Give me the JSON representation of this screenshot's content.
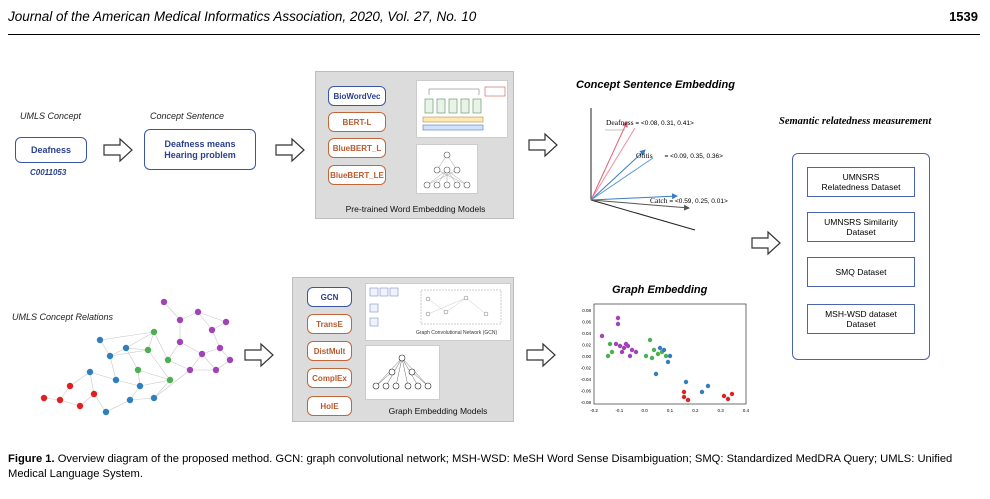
{
  "header": {
    "journal": "Journal of the American Medical Informatics Association, 2020, Vol. 27, No. 10",
    "page_number": "1539"
  },
  "figure": {
    "umls_concept_label": "UMLS Concept",
    "concept_term": "Deafness",
    "concept_cui": "C0011053",
    "concept_sentence_label": "Concept Sentence",
    "concept_sentence_text": "Deafness means Hearing problem",
    "word_models": [
      "BioWordVec",
      "BERT-L",
      "BlueBERT_L",
      "BlueBERT_LE"
    ],
    "word_models_caption": "Pre-trained Word Embedding Models",
    "concept_sentence_embedding_title": "Concept Sentence Embedding",
    "vectors": [
      {
        "term": "Deafness",
        "value": "= <0.08, 0.31, 0.41>"
      },
      {
        "term": "Otitis",
        "value": "= <0.09, 0.35, 0.36>"
      },
      {
        "term": "Catch",
        "value": "= <0.59, 0.25, 0.01>"
      }
    ],
    "umls_relations_label": "UMLS Concept Relations",
    "graph_models": [
      "GCN",
      "TransE",
      "DistMult",
      "ComplEx",
      "HolE"
    ],
    "graph_models_caption": "Graph Embedding Models",
    "gcn_inset_caption": "Graph Convolutional Network (GCN)",
    "graph_embedding_title": "Graph Embedding",
    "semantic_title": "Semantic relatedness measurement",
    "datasets": [
      {
        "line1": "UMNSRS",
        "line2": "Relatedness Dataset"
      },
      {
        "line1": "UMNSRS Similarity",
        "line2": "Dataset"
      },
      {
        "line1": "SMQ Dataset",
        "line2": ""
      },
      {
        "line1": "MSH-WSD dataset",
        "line2": "Dataset"
      }
    ],
    "scatter_x_ticks": [
      "-0.2",
      "-0.1",
      "0.0",
      "0.1",
      "0.2",
      "0.3",
      "0.4"
    ],
    "scatter_y_ticks": [
      "0.08",
      "0.06",
      "0.04",
      "0.02",
      "0.00",
      "-0.02",
      "-0.04",
      "-0.06",
      "-0.08"
    ]
  },
  "caption": {
    "label": "Figure 1.",
    "text": " Overview diagram of the proposed method. GCN: graph convolutional network; MSH-WSD: MeSH Word Sense Disambiguation; SMQ: Standardized MedDRA Query; UMLS: Unified Medical Language System."
  },
  "colors": {
    "blue_border": "#3a55a8",
    "orange_border": "#c0663a",
    "panel_grey": "#dcdcdc",
    "node_purple": "#a043b4",
    "node_green": "#4caf50",
    "node_blue": "#2f7fbf",
    "node_red": "#e02020"
  }
}
